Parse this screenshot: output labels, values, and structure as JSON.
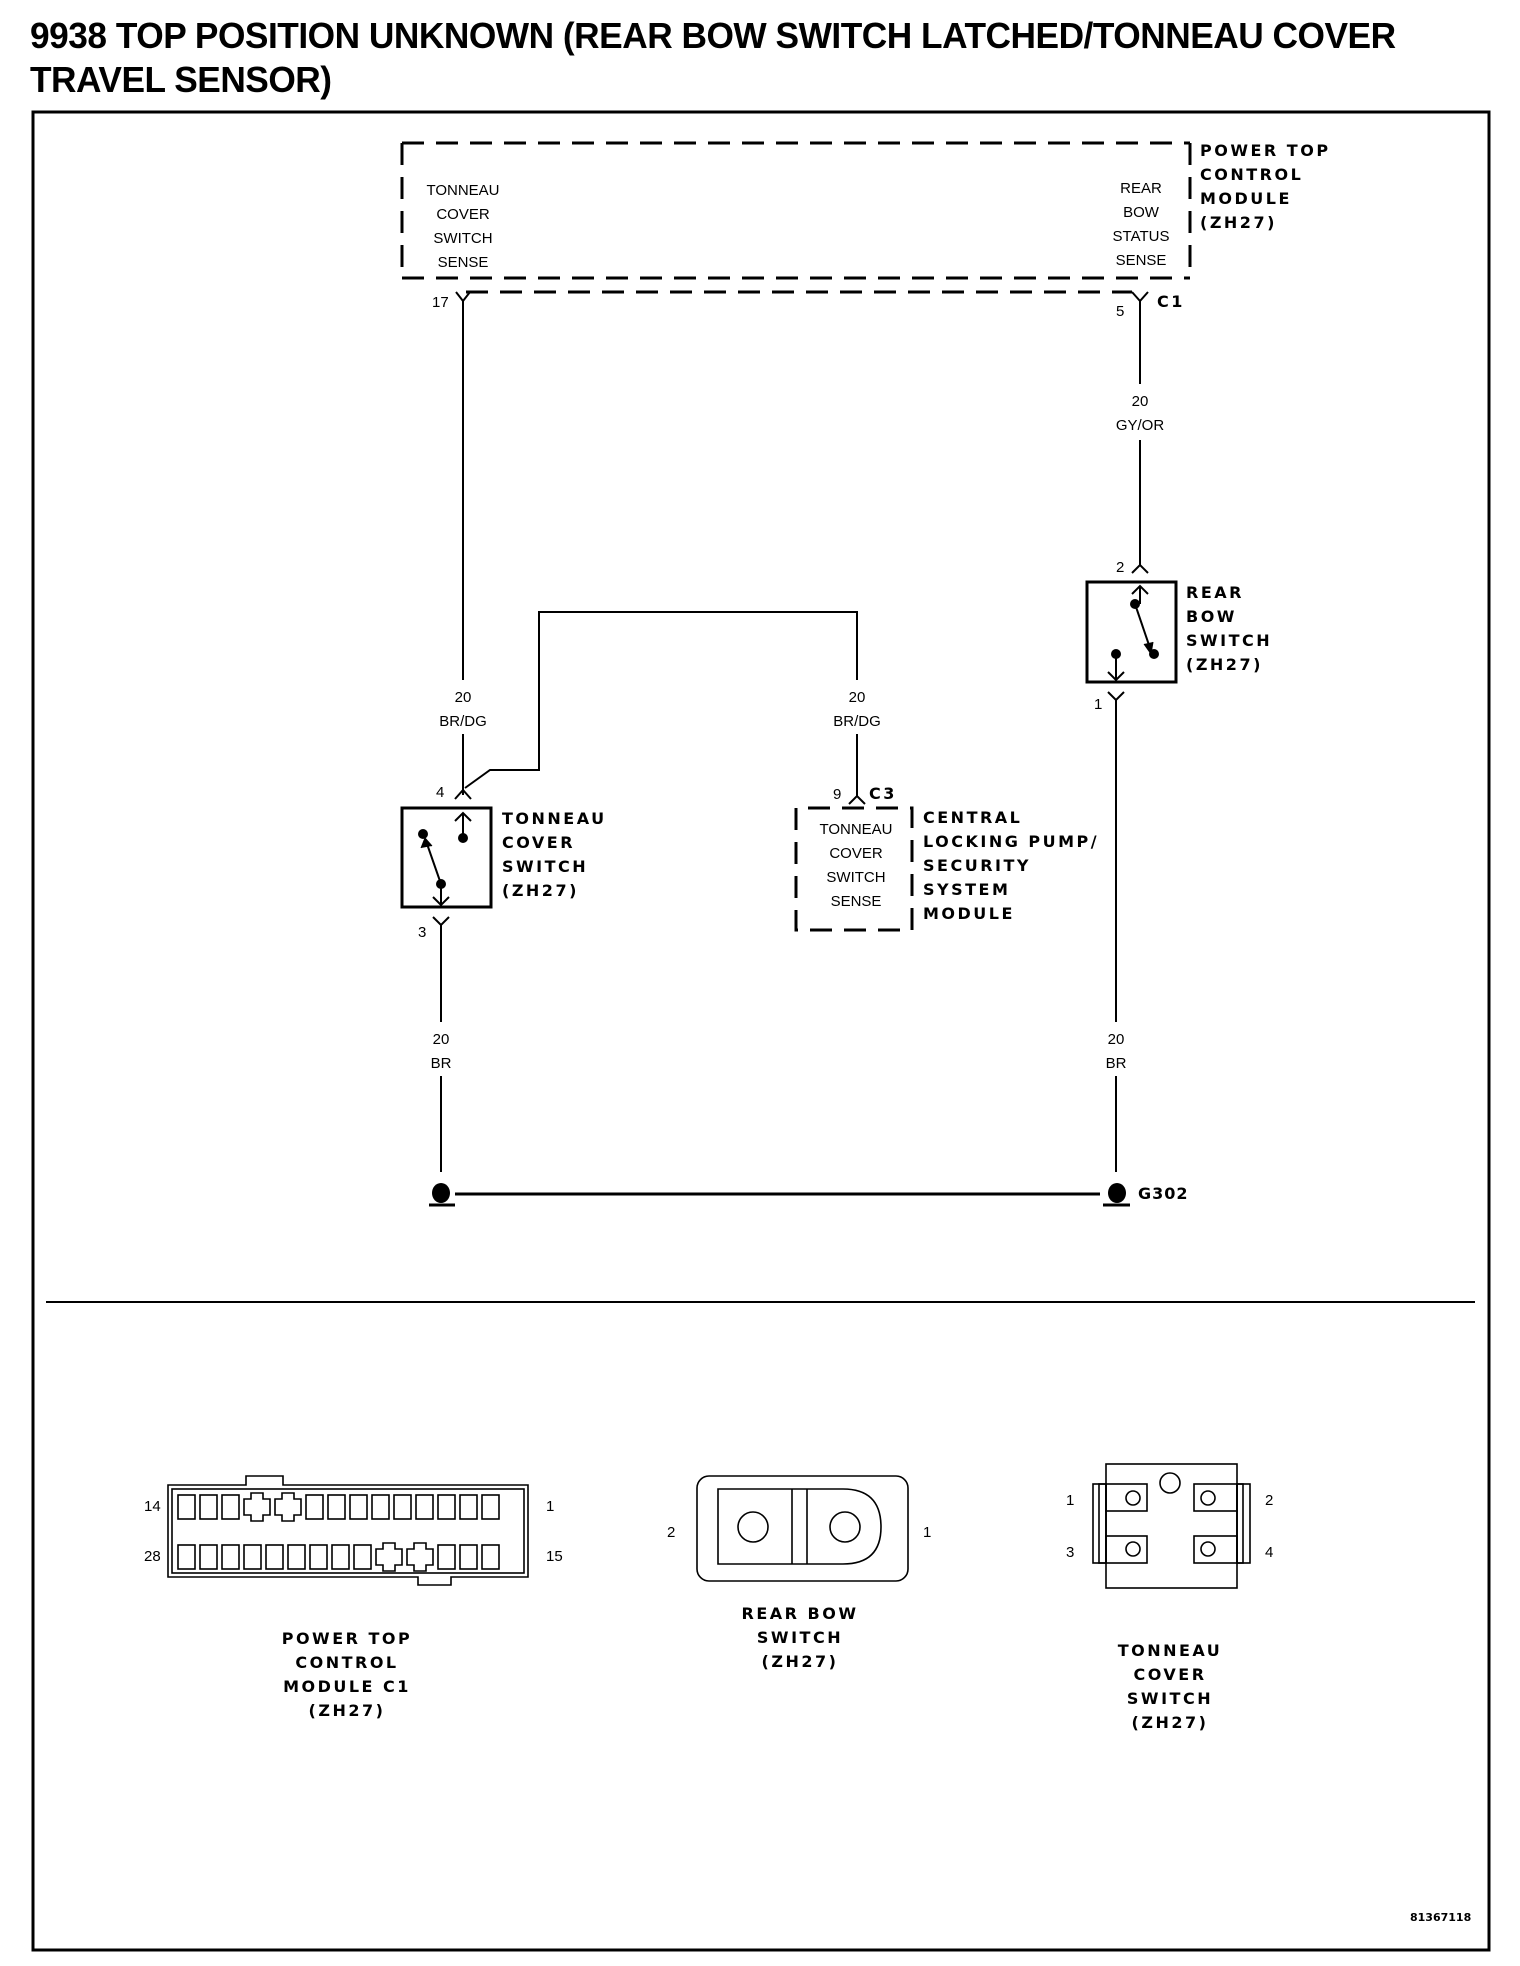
{
  "title": "9938 TOP POSITION UNKNOWN (REAR BOW SWITCH LATCHED/TONNEAU COVER TRAVEL SENSOR)",
  "modules": {
    "power_top": {
      "name_lines": [
        "POWER TOP",
        "CONTROL",
        "MODULE",
        "(ZH27)"
      ],
      "left_sense_lines": [
        "TONNEAU",
        "COVER",
        "SWITCH",
        "SENSE"
      ],
      "right_sense_lines": [
        "REAR",
        "BOW",
        "STATUS",
        "SENSE"
      ],
      "pin_left": "17",
      "pin_right": "5",
      "connector": "C1"
    },
    "central_locking": {
      "name_lines": [
        "CENTRAL",
        "LOCKING PUMP/",
        "SECURITY",
        "SYSTEM",
        "MODULE"
      ],
      "sense_lines": [
        "TONNEAU",
        "COVER",
        "SWITCH",
        "SENSE"
      ],
      "pin": "9",
      "connector": "C3"
    },
    "tonneau_switch": {
      "name_lines": [
        "TONNEAU",
        "COVER",
        "SWITCH",
        "(ZH27)"
      ],
      "pin_top": "4",
      "pin_bottom": "3"
    },
    "rear_bow_switch": {
      "name_lines": [
        "REAR",
        "BOW",
        "SWITCH",
        "(ZH27)"
      ],
      "pin_top": "2",
      "pin_bottom": "1"
    }
  },
  "wires": {
    "left_upper": {
      "gauge": "20",
      "color": "BR/DG"
    },
    "center": {
      "gauge": "20",
      "color": "BR/DG"
    },
    "right_upper": {
      "gauge": "20",
      "color": "GY/OR"
    },
    "left_lower": {
      "gauge": "20",
      "color": "BR"
    },
    "right_lower": {
      "gauge": "20",
      "color": "BR"
    }
  },
  "ground": {
    "label": "G302"
  },
  "connectors": {
    "ptcm_c1": {
      "name_lines": [
        "POWER TOP",
        "CONTROL",
        "MODULE C1",
        "(ZH27)"
      ],
      "pin_top_left": "14",
      "pin_top_right": "1",
      "pin_bottom_left": "28",
      "pin_bottom_right": "15"
    },
    "rear_bow": {
      "name_lines": [
        "REAR BOW",
        "SWITCH",
        "(ZH27)"
      ],
      "pin_left": "2",
      "pin_right": "1"
    },
    "tonneau": {
      "name_lines": [
        "TONNEAU",
        "COVER",
        "SWITCH",
        "(ZH27)"
      ],
      "pin_1": "1",
      "pin_2": "2",
      "pin_3": "3",
      "pin_4": "4"
    }
  },
  "figure_id": "81367118"
}
